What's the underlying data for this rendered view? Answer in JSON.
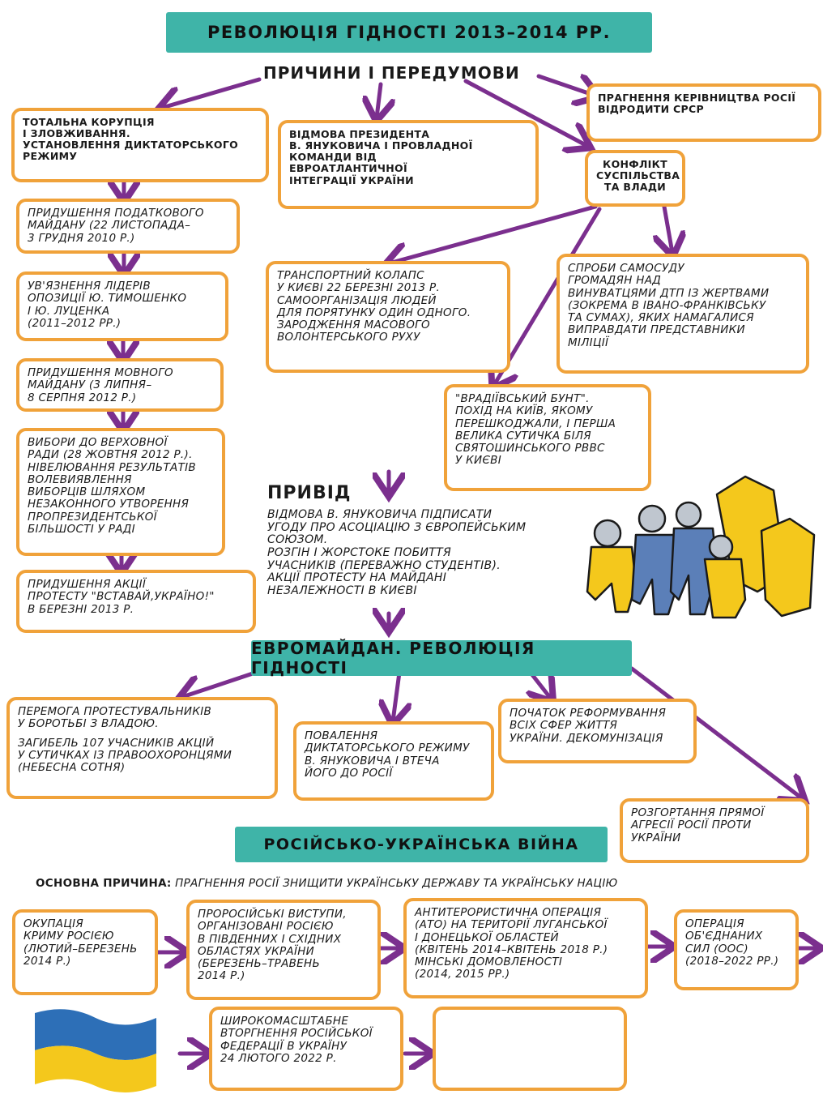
{
  "title": "Революція гідності 2013–2014 рр.",
  "causes_heading": "Причини і передумови",
  "causes": {
    "corruption": "Тотальна корупція\nі зловживання.\nУстановлення диктаторського\nрежиму",
    "refusal": "Відмова президента\nВ. Януковича і провладної\nкоманди від\nевроатлантичної\nінтеграції України",
    "russia": "Прагнення керівництва Росії\nвідродити СРСР",
    "conflict": "Конфлікт\nсуспільства\nта влади"
  },
  "chain": [
    "Придушення Податкового\nМайдану (22 листопада–\n3 грудня 2010 р.)",
    "Ув'язнення лідерів\nопозиції Ю. Тимошенко\nі Ю. Луценка\n(2011–2012 рр.)",
    "Придушення Мовного\nМайдану (3 липня–\n8 серпня 2012 р.)",
    "Вибори до Верховної\nРади (28 жовтня 2012 р.).\nНівелювання результатів\nволевиявлення\nвиборців шляхом\nнезаконного утворення\nпропрезидентської\nбільшості у Раді",
    "Придушення акції\nпротесту \"Вставай,Україно!\"\nв березні 2013 р."
  ],
  "conflict_results": {
    "transport": "Транспортний колапс\nу Києві 22 березні 2013 р.\nСамоорганізація людей\nдля порятунку один одного.\nЗародження масового\nволонтерського руху",
    "lynch": "Спроби самосуду\nгромадян над\nвинуватцями ДТП із жертвами\n(зокрема в Івано-Франківську\nта Сумах), яких намагалися\nвиправдати представники\nміліції",
    "vradiivka": "\"Врадіївський бунт\".\nПохід на Київ, якому\nперешкоджали, і перша\nвелика сутичка біля\nСвятошинського РВВС\nу Києві"
  },
  "pretext_heading": "Привід",
  "pretext_text": "Відмова В. Януковича підписати\nугоду про асоціацію з Європейським\nСоюзом.\nРозгін і жорстоке побиття\nучасників (переважно студентів).\nАкції протесту на Майдані\nНезалежності в Києві",
  "euromaidan_banner": "Евромайдан. Революція гідності",
  "euromaidan_results": {
    "victory": "Перемога протестувальників\nу боротьбі з владою.",
    "victory2": "Загибель 107 учасників акцій\nу сутичках із правоохоронцями\n(Небесна Сотня)",
    "overthrow": "Повалення\nдиктаторського режиму\nВ. Януковича і втеча\nйого до Росії",
    "reform": "Початок реформування\nвсіх сфер життя\nУкраїни. Декомунізація",
    "aggression": "Розгортання прямої\nагресії Росії проти\nУкраїни"
  },
  "war_banner": "Російсько-українська війна",
  "war_cause_label": "Основна причина:",
  "war_cause_text": "Прагнення Росії знищити українську державу та українську націю",
  "war_steps": [
    "Окупація\nКриму Росією\n(лютий–березень\n2014 р.)",
    "Проросійські виступи,\nорганізовані Росією\nв південних і східних\nобластях України\n(березень–травень\n2014 р.)",
    "Антитерористична операція\n(АТО) на території Луганської\nі Донецької областей\n(квітень 2014–квітень 2018 р.)\nМінські домовленості\n(2014, 2015 рр.)",
    "Операція\nОб'єднаних\nсил (ООС)\n(2018–2022 рр.)"
  ],
  "invasion": "Широкомасштабне\nвторгнення Російської\nФедерації в Україну\n24 лютого 2022 р.",
  "empty_box": "",
  "colors": {
    "arrow": "#7b2f8e",
    "box_border": "#f0a23a",
    "banner": "#3fb4a8",
    "flag_blue": "#2d6fb7",
    "flag_yellow": "#f4c81c"
  }
}
